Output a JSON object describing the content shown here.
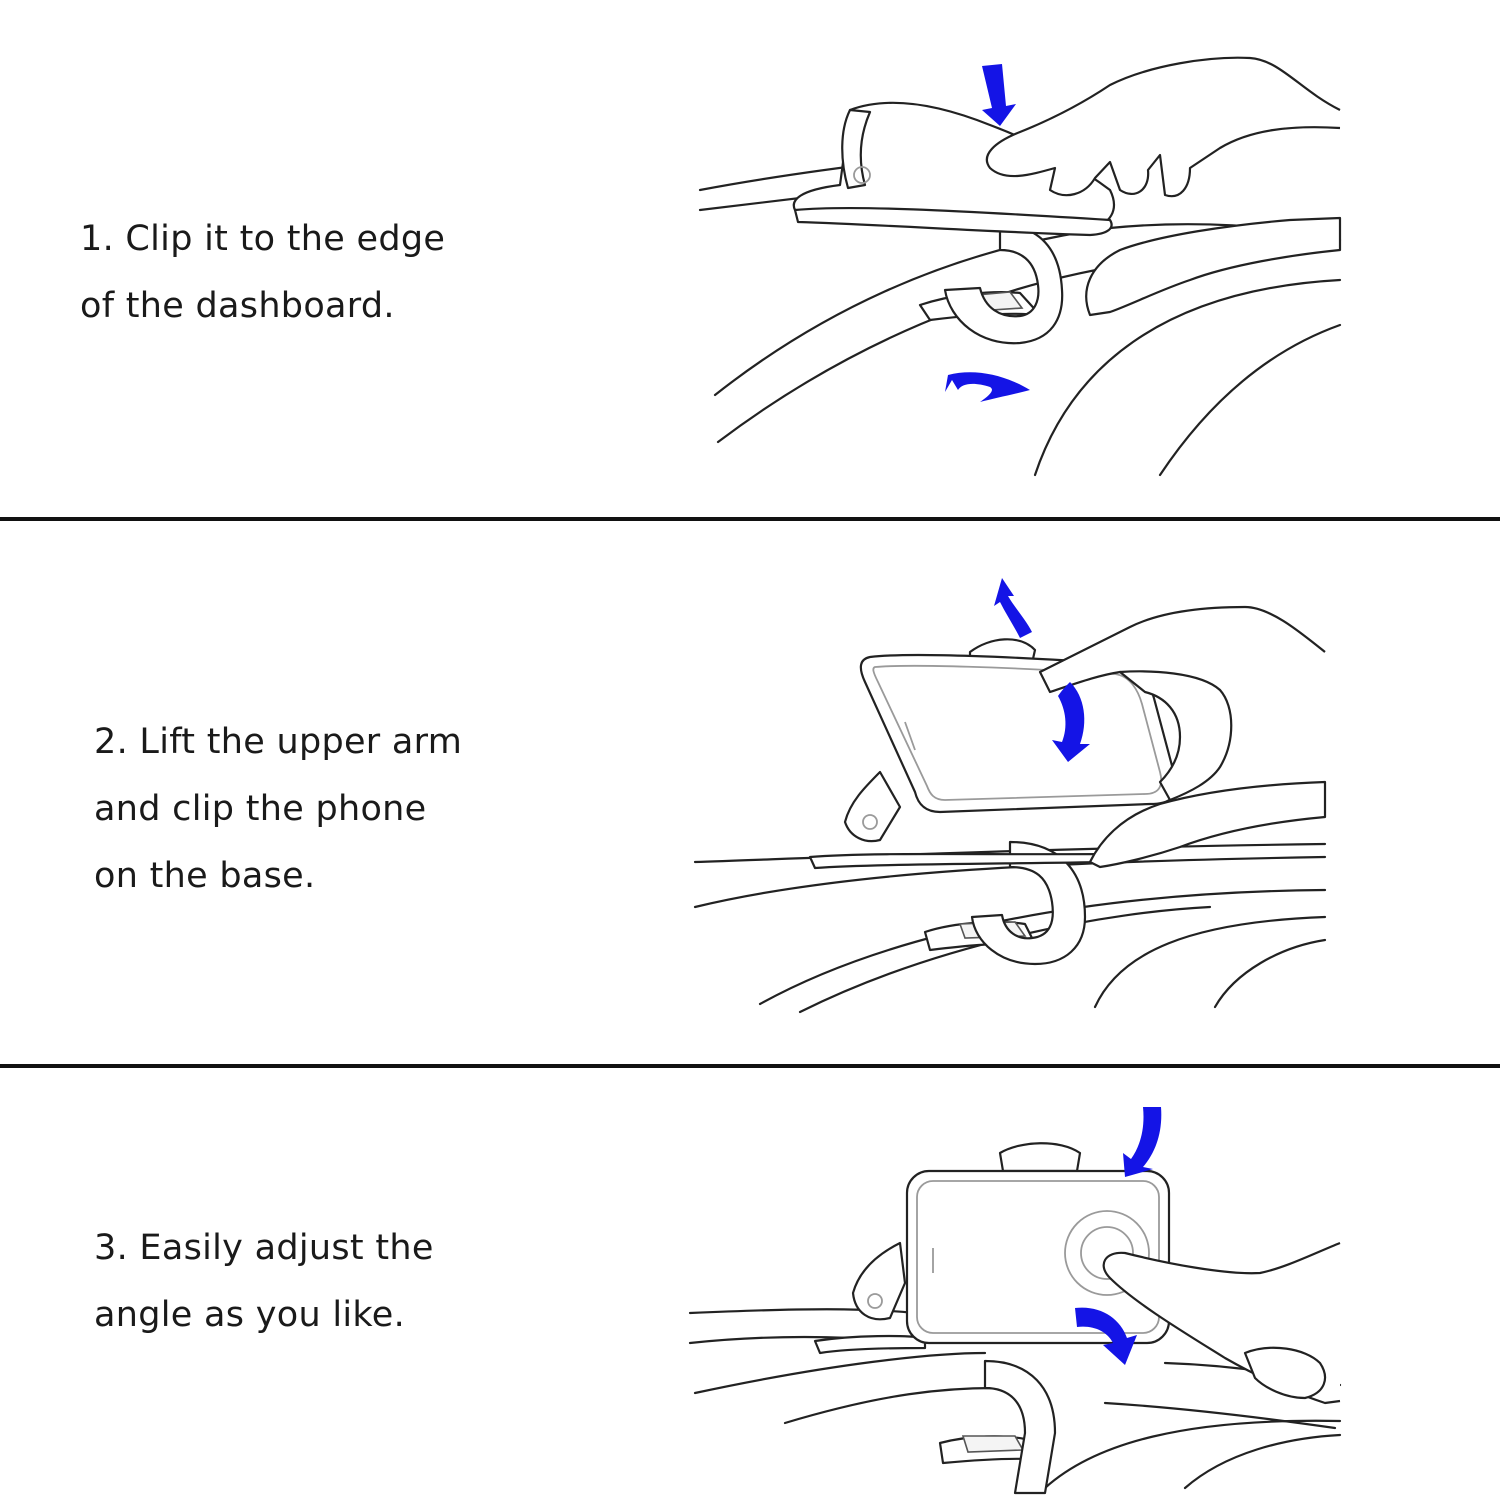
{
  "steps": [
    {
      "lines": [
        "1. Clip it to the edge",
        "of the dashboard."
      ]
    },
    {
      "lines": [
        "2. Lift the upper arm",
        "and clip the phone",
        "on the base."
      ]
    },
    {
      "lines": [
        "3. Easily adjust the",
        "angle as you like."
      ]
    }
  ],
  "colors": {
    "arrow": "#1414e6",
    "divider": "#111111",
    "text": "#1a1a1a",
    "line_art": "#222222"
  },
  "icons": [
    "hand-icon",
    "phone-mount-icon",
    "phone-icon",
    "arrow-icon"
  ]
}
